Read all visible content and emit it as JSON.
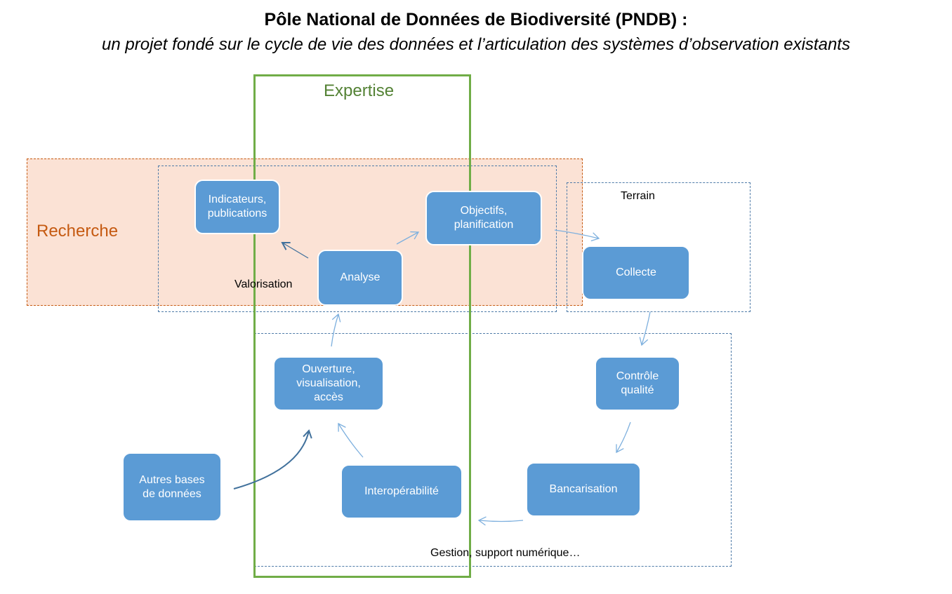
{
  "title": "Pôle National de Données de Biodiversité (PNDB) :",
  "subtitle": "un projet fondé sur le cycle de vie des données et l’articulation des systèmes d’observation existants",
  "colors": {
    "node_fill": "#5b9bd5",
    "recherche": "#c55a11",
    "recherche_fill": "#fbe2d5",
    "expertise": "#70ad47",
    "zone_dash": "#4f7ba8",
    "arrow": "#7eb0de",
    "arrow_dark": "#41719c"
  },
  "regions": {
    "recherche": "Recherche",
    "expertise": "Expertise",
    "valorisation": "Valorisation",
    "terrain": "Terrain",
    "gestion": "Gestion, support numérique…"
  },
  "nodes": {
    "indicateurs": "Indicateurs,\npublications",
    "objectifs": "Objectifs,\nplanification",
    "analyse": "Analyse",
    "collecte": "Collecte",
    "ouverture": "Ouverture,\nvisualisation,\naccès",
    "controle": "Contrôle\nqualité",
    "autres_bases": "Autres bases\nde données",
    "interoperabilite": "Interopérabilité",
    "bancarisation": "Bancarisation"
  },
  "edges": [
    {
      "from": "analyse",
      "to": "indicateurs"
    },
    {
      "from": "analyse",
      "to": "objectifs"
    },
    {
      "from": "objectifs",
      "to": "collecte"
    },
    {
      "from": "collecte",
      "to": "controle"
    },
    {
      "from": "controle",
      "to": "bancarisation"
    },
    {
      "from": "bancarisation",
      "to": "interoperabilite"
    },
    {
      "from": "interoperabilite",
      "to": "ouverture"
    },
    {
      "from": "autres_bases",
      "to": "ouverture"
    },
    {
      "from": "ouverture",
      "to": "analyse"
    }
  ]
}
